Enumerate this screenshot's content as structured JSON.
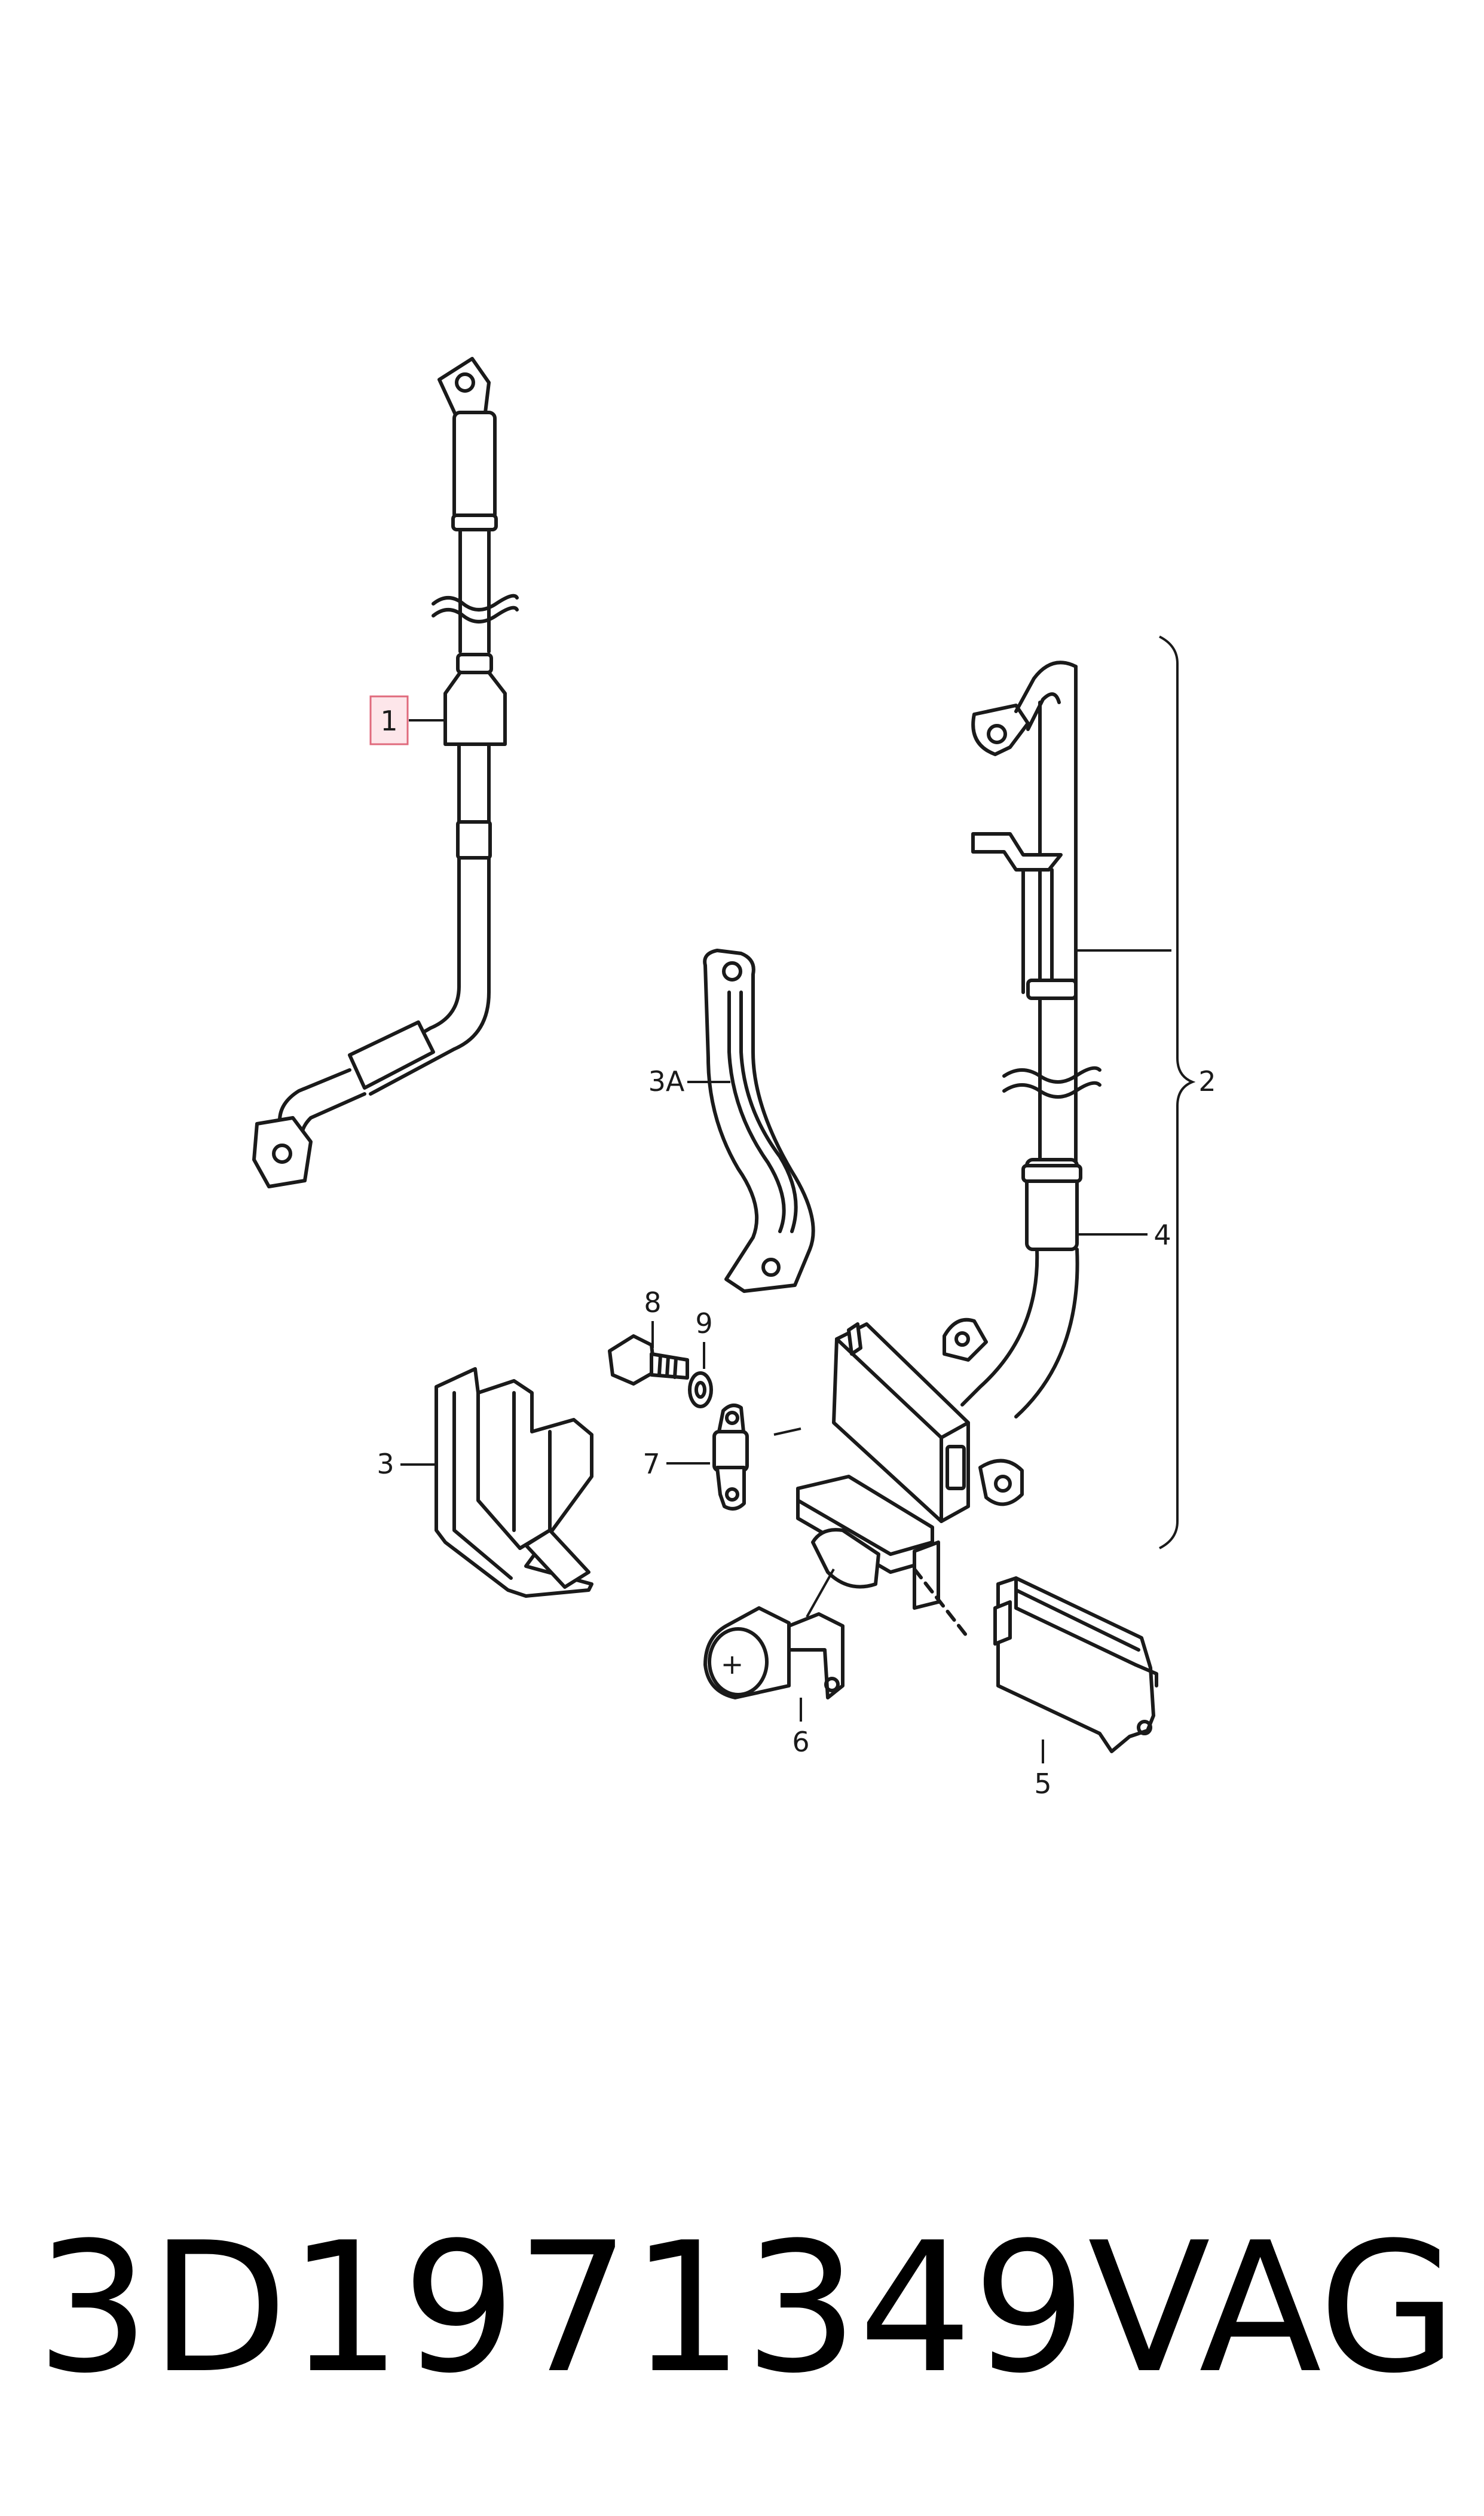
{
  "callouts": {
    "c1": "1",
    "c2": "2",
    "c3": "3",
    "c3a": "3A",
    "c4": "4",
    "c5": "5",
    "c6": "6",
    "c7": "7",
    "c8": "8",
    "c9": "9"
  },
  "highlighted_callout": "1",
  "footer": {
    "part_number": "3D1971349",
    "brand": "VAG"
  },
  "colors": {
    "line": "#1a1a1a",
    "highlight_fill": "#fde6ea",
    "highlight_border": "#e06a7c"
  }
}
